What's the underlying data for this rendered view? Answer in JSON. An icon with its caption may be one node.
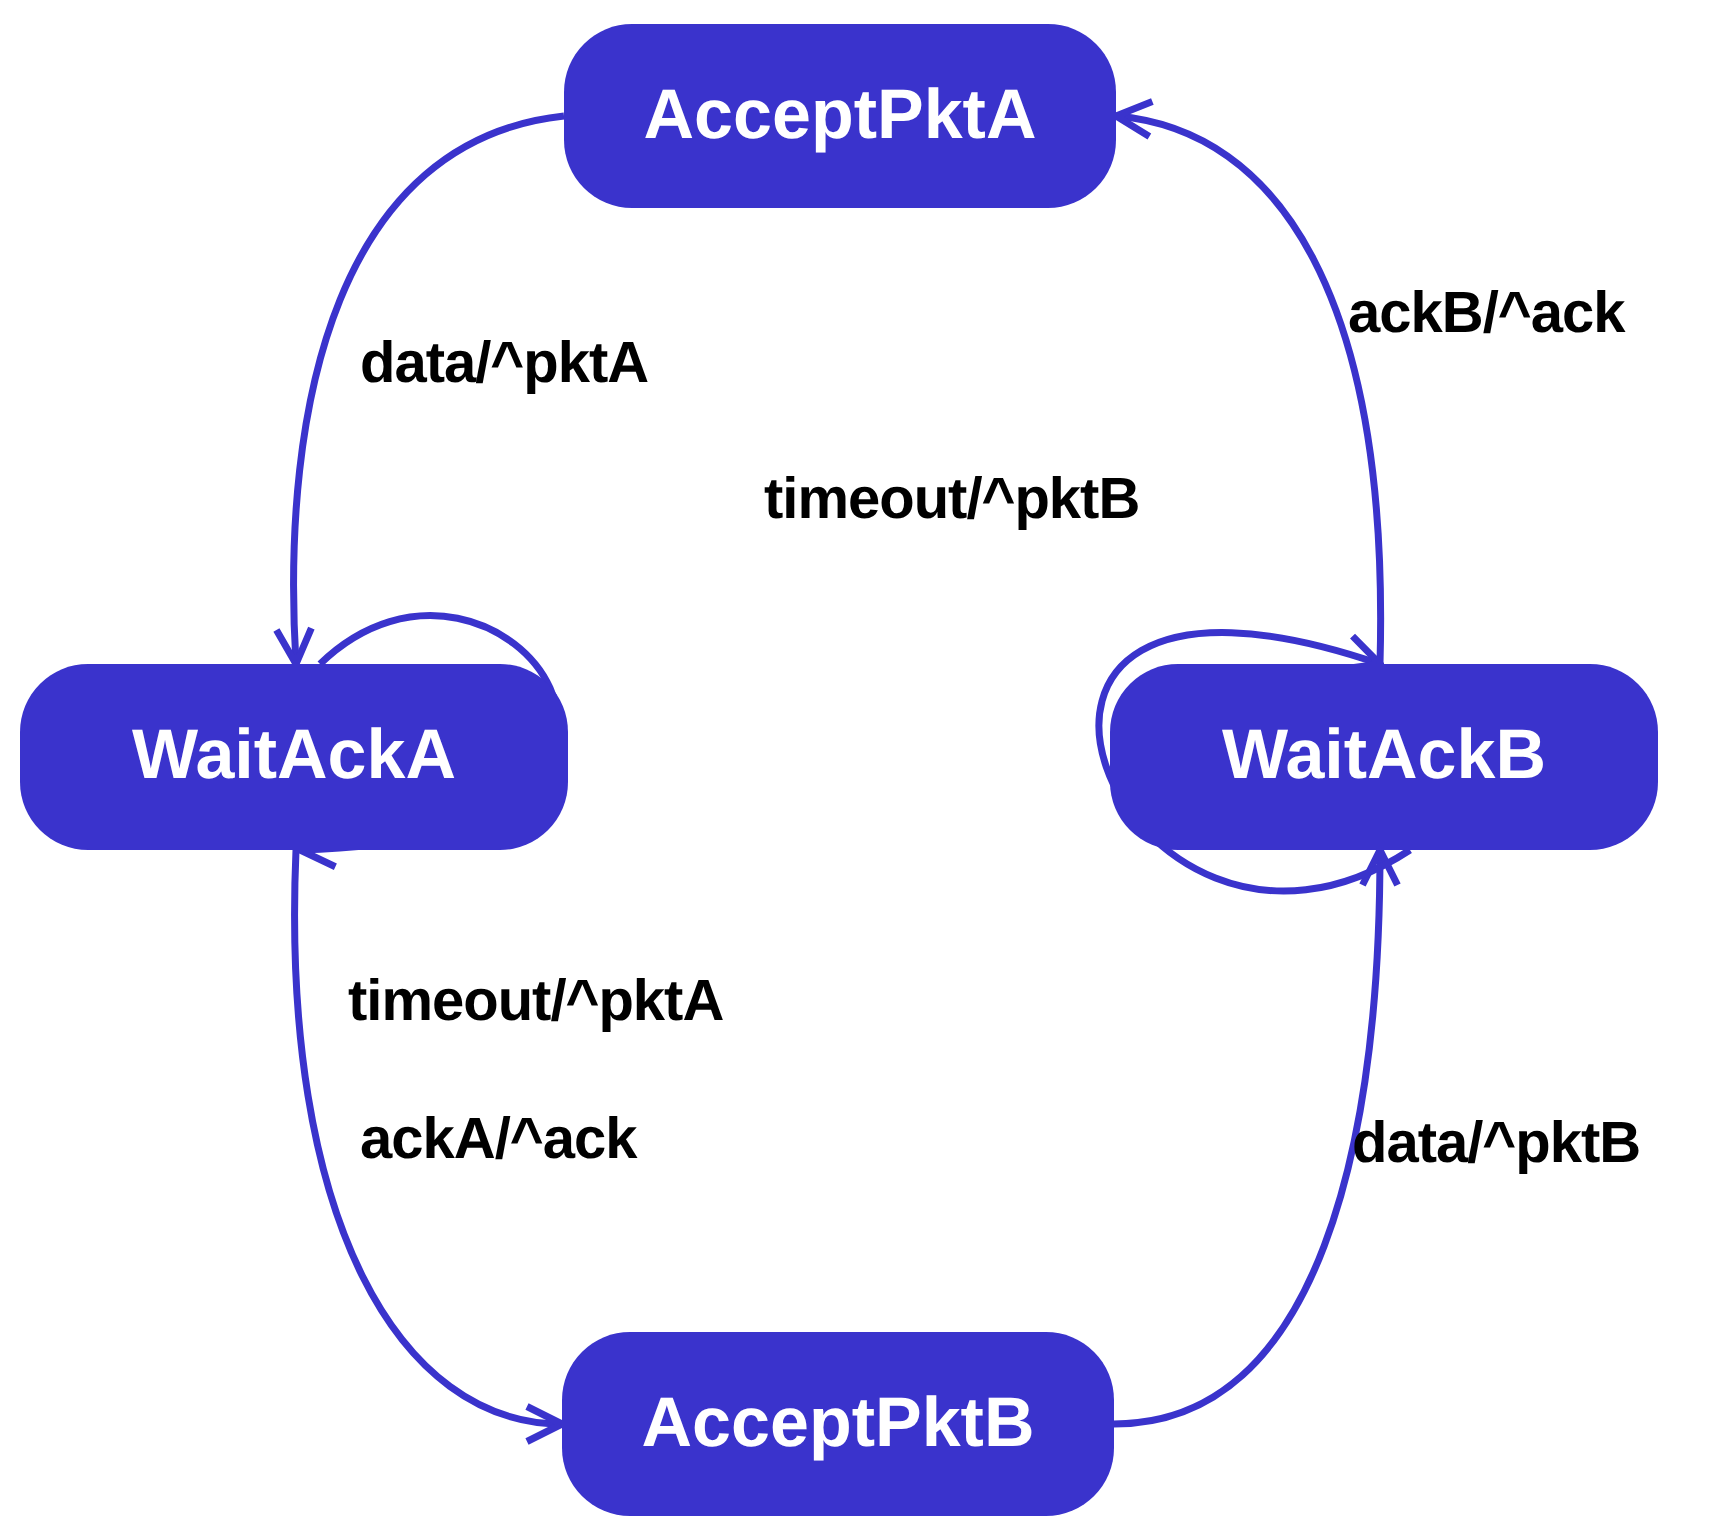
{
  "diagram": {
    "nodes": [
      {
        "text": [
          "AcceptPktA"
        ]
      },
      {
        "text": [
          "WaitAckA"
        ]
      },
      {
        "text": [
          "WaitAckB"
        ]
      },
      {
        "text": [
          "AcceptPktB"
        ]
      }
    ],
    "edges": [
      {
        "from": 0,
        "to": 1,
        "arrow": "to",
        "label": "data/^pktA"
      },
      {
        "from": 1,
        "to": 1,
        "arrow": "to",
        "label": "timeout/^pktA"
      },
      {
        "from": 1,
        "to": 3,
        "arrow": "to",
        "label": "ackA/^ack"
      },
      {
        "from": 3,
        "to": 2,
        "arrow": "to",
        "label": "data/^pktB"
      },
      {
        "from": 2,
        "to": 2,
        "arrow": "to",
        "label": "timeout/^pktB"
      },
      {
        "from": 2,
        "to": 0,
        "arrow": "to",
        "label": "ackB/^ack"
      }
    ]
  }
}
